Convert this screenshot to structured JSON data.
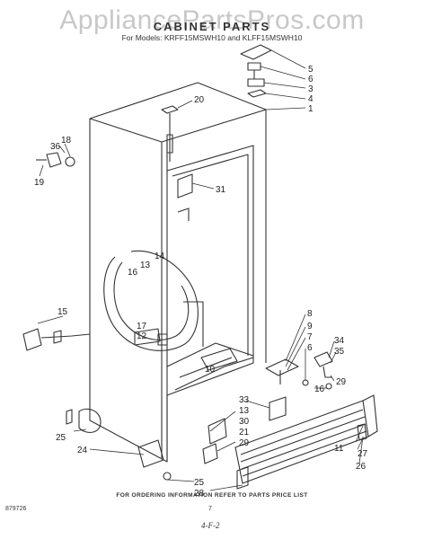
{
  "watermark": "AppliancePartsPros.com",
  "title": "CABINET PARTS",
  "subtitle": "For Models: KRFF15MSWH10  and KLFF15MSWH10",
  "footer": "FOR ORDERING INFORMATION REFER TO PARTS PRICE LIST",
  "diagram_code": "879726",
  "page_mark": "7",
  "page_number": "4-F-2",
  "callouts": {
    "c5": "5",
    "c6a": "6",
    "c3": "3",
    "c4": "4",
    "c1": "1",
    "c20": "20",
    "c36": "36",
    "c18": "18",
    "c19": "19",
    "c31": "31",
    "c14": "14",
    "c13a": "13",
    "c16a": "16",
    "c17": "17",
    "c12": "12",
    "c15": "15",
    "c10": "10",
    "c8": "8",
    "c9": "9",
    "c7": "7",
    "c6b": "6",
    "c34": "34",
    "c35": "35",
    "c29a": "29",
    "c16b": "16",
    "c33": "33",
    "c13b": "13",
    "c30": "30",
    "c21": "21",
    "c29b": "29",
    "c25a": "25",
    "c24": "24",
    "c25b": "25",
    "c28": "28",
    "c11": "11",
    "c27": "27",
    "c26": "26"
  }
}
